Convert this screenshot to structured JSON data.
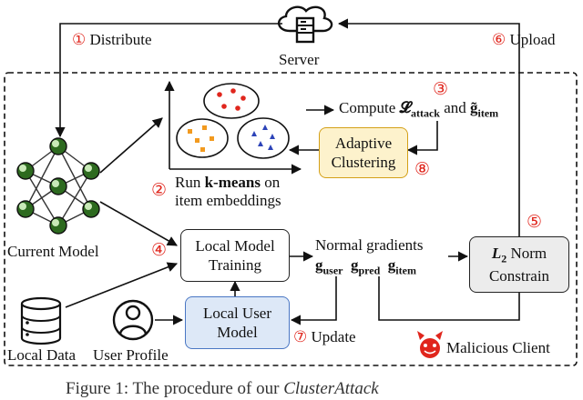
{
  "server": {
    "label": "Server"
  },
  "steps": {
    "s1": {
      "num": "①",
      "label": "Distribute"
    },
    "s2": {
      "num": "②"
    },
    "s3": {
      "num": "③"
    },
    "s4": {
      "num": "④"
    },
    "s5": {
      "num": "⑤"
    },
    "s6": {
      "num": "⑥",
      "label": "Upload"
    },
    "s7": {
      "num": "⑦",
      "label": "Update"
    },
    "s8": {
      "num": "⑧"
    }
  },
  "compute": {
    "prefix": "Compute",
    "loss": "𝓛",
    "loss_sub": "attack",
    "and": "and",
    "grad": "g̃",
    "grad_sub": "item"
  },
  "kmeans": {
    "line1_prefix": "Run",
    "line1_bold": "k-means",
    "line1_suffix": "on",
    "line2": "item embeddings"
  },
  "adaptive": {
    "line1": "Adaptive",
    "line2": "Clustering"
  },
  "current_model": {
    "label": "Current Model"
  },
  "local_training": {
    "line1": "Local Model",
    "line2": "Training"
  },
  "normal_gradients": {
    "label": "Normal gradients",
    "g1": "g",
    "g1_sub": "user",
    "g2": "g",
    "g2_sub": "pred",
    "g3": "g",
    "g3_sub": "item"
  },
  "norm_box": {
    "line1_bold": "L",
    "line1_sub": "2",
    "line1_rest": "Norm",
    "line2": "Constrain"
  },
  "local_data": {
    "label": "Local Data"
  },
  "user_profile": {
    "label": "User Profile"
  },
  "local_user_model": {
    "line1": "Local User",
    "line2": "Model"
  },
  "malicious": {
    "label": "Malicious Client"
  },
  "caption": {
    "text": "Figure 1: The procedure of our",
    "italic": "ClusterAttack"
  },
  "colors": {
    "step_red": "#e0261d",
    "adaptive_fill": "#fdf2cc",
    "adaptive_border": "#d4a017",
    "user_model_fill": "#dde8f7",
    "user_model_border": "#4a77c4",
    "norm_fill": "#ececec"
  }
}
